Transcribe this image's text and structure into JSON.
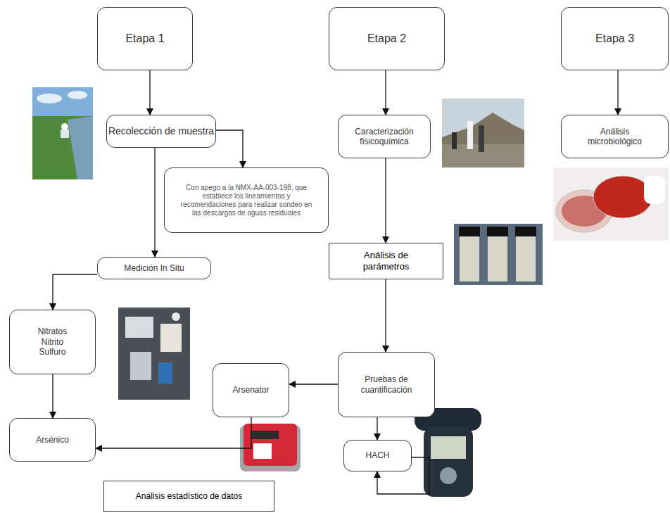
{
  "diagram": {
    "nodes": [
      {
        "text": [
          "Etapa 1"
        ]
      },
      {
        "text": [
          "Etapa 2"
        ]
      },
      {
        "text": [
          "Etapa 3"
        ]
      },
      {
        "text": [
          "Recolección de muestra"
        ]
      },
      {
        "text": [
          "Con apego a la NMX-AA-003-198, que establece los lineamientos y recomendaciones para realizar sondeo en las descargas de aguas residuales"
        ]
      },
      {
        "text": [
          "Caracterización fisicoquímica"
        ]
      },
      {
        "text": [
          "Análisis microbiológico"
        ]
      },
      {
        "text": [
          "Medición In Situ"
        ]
      },
      {
        "text": [
          "Análisis de parámetros"
        ]
      },
      {
        "text": [
          "Nitratos Nitrito Sulfuro"
        ]
      },
      {
        "text": [
          "Arsenator"
        ]
      },
      {
        "text": [
          "Pruebas de cuantificación"
        ]
      },
      {
        "text": [
          "Arsénico"
        ]
      },
      {
        "text": [
          "HACH"
        ]
      },
      {
        "text": [
          "Análisis estadístico de datos"
        ]
      }
    ],
    "edges": [
      {
        "from": 0,
        "to": 3,
        "arrow": "to"
      },
      {
        "from": 1,
        "to": 5,
        "arrow": "to"
      },
      {
        "from": 2,
        "to": 6,
        "arrow": "to"
      },
      {
        "from": 3,
        "to": 4,
        "arrow": "to"
      },
      {
        "from": 3,
        "to": 7,
        "arrow": "to"
      },
      {
        "from": 7,
        "to": 9,
        "arrow": "to"
      },
      {
        "from": 9,
        "to": 12,
        "arrow": "to"
      },
      {
        "from": 5,
        "to": 8,
        "arrow": "to"
      },
      {
        "from": 8,
        "to": 11,
        "arrow": "to"
      },
      {
        "from": 11,
        "to": 10,
        "arrow": "to"
      },
      {
        "from": 10,
        "to": 12,
        "arrow": "to"
      },
      {
        "from": 11,
        "to": 13,
        "arrow": "to"
      },
      {
        "from": 13,
        "to": 13,
        "arrow": "to"
      }
    ]
  }
}
